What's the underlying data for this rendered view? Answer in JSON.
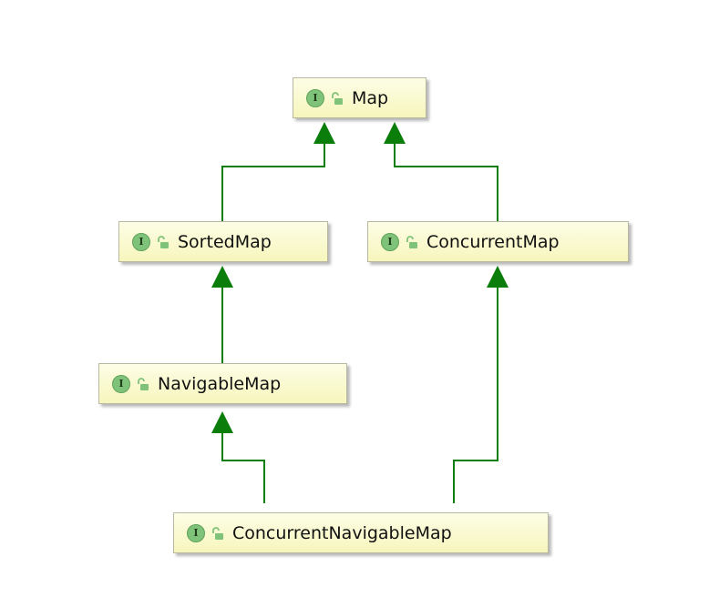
{
  "diagram": {
    "nodes": [
      {
        "id": "map",
        "kind_letter": "I",
        "label": "Map"
      },
      {
        "id": "sortedmap",
        "kind_letter": "I",
        "label": "SortedMap"
      },
      {
        "id": "concurrentmap",
        "kind_letter": "I",
        "label": "ConcurrentMap"
      },
      {
        "id": "navigablemap",
        "kind_letter": "I",
        "label": "NavigableMap"
      },
      {
        "id": "concurrentnavigablemap",
        "kind_letter": "I",
        "label": "ConcurrentNavigableMap"
      }
    ],
    "edges": [
      {
        "from": "sortedmap",
        "to": "map"
      },
      {
        "from": "concurrentmap",
        "to": "map"
      },
      {
        "from": "navigablemap",
        "to": "sortedmap"
      },
      {
        "from": "concurrentnavigablemap",
        "to": "navigablemap"
      },
      {
        "from": "concurrentnavigablemap",
        "to": "concurrentmap"
      }
    ],
    "colors": {
      "edge": "#0a7d0a",
      "node_fill_top": "#fdfde6",
      "node_fill_bottom": "#f7f6bd",
      "interface_badge": "#7fc37a",
      "lock_icon": "#7fc37a"
    },
    "icons": {
      "kind": "interface-badge-icon",
      "visibility": "public-lock-icon"
    }
  }
}
